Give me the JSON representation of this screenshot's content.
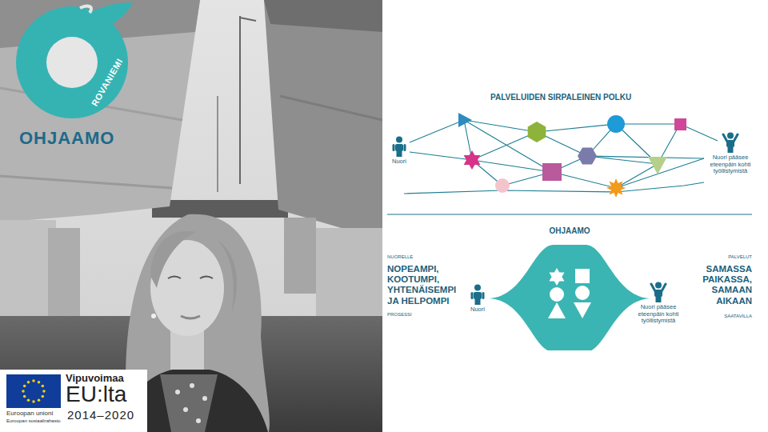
{
  "diagram": {
    "nodes": [
      {
        "text": [
          "Nuori"
        ]
      },
      {
        "text": [
          "Nuori pääsee eteenpäin kohti työllistymistä"
        ]
      },
      {
        "text": [
          "OHJAAMO"
        ]
      },
      {
        "text": [
          "Nuori"
        ]
      },
      {
        "text": [
          "Nuori pääsee eteenpäin kohti työllistymistä"
        ]
      }
    ],
    "labels": [
      "ROVANIEMI",
      "OHJAAMO",
      "Vipuvoimaa",
      "EU:lta",
      "2014–2020",
      "Euroopan unioni",
      "Euroopan sosiaalirahasto",
      "PALVELUIDEN SIRPALEINEN POLKU",
      "NUORELLE",
      "NOPEAMPI, KOOTUMPI, YHTENÄISEMPI JA HELPOMPI",
      "PROSESSI",
      "PALVELUT",
      "SAMASSA PAIKASSA, SAMAAN AIKAAN",
      "SAATAVILLA"
    ]
  }
}
